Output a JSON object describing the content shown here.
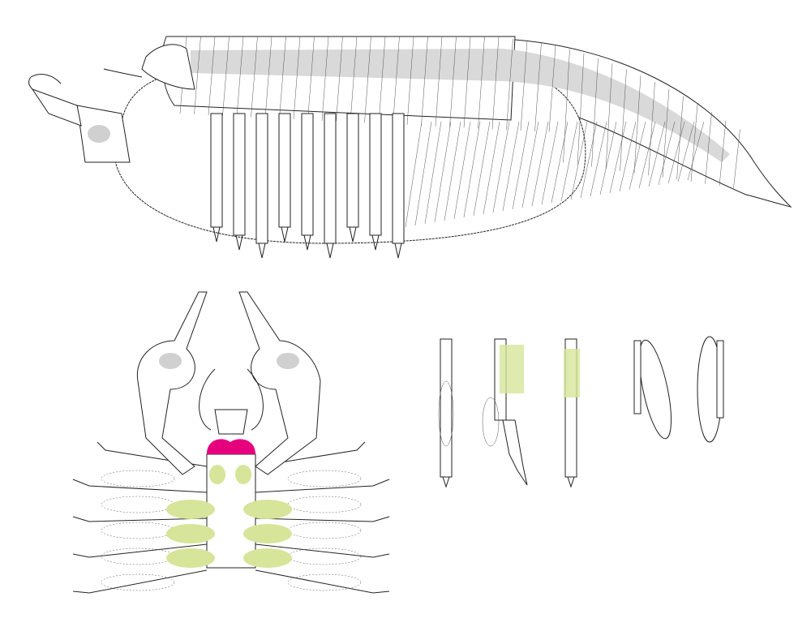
{
  "colors": {
    "outline": "#222222",
    "gut_stripe": "#d9d9d9",
    "eye_spot": "#d0d0d0",
    "mouth_highlight": "#e6007e",
    "gill_setae": "#d6e59a",
    "background": "#ffffff"
  },
  "panels": {
    "lateral_view": {
      "trunk_segments": 40,
      "walking_legs": 9
    },
    "ventral_view": {
      "leg_pairs": 5,
      "gill_rows": 3
    },
    "isolated_appendages": {
      "count": 5
    }
  }
}
